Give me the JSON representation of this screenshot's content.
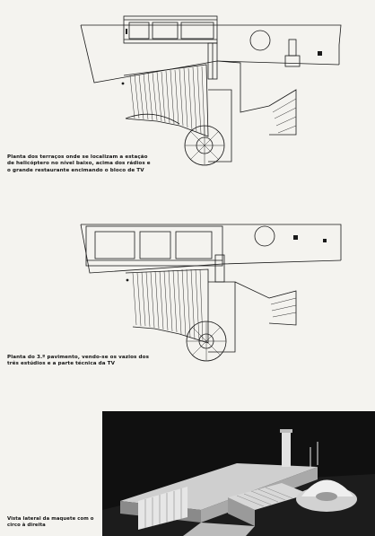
{
  "captions": {
    "terraces": "Planta dos terraços onde se localizam a estação de helicóptero no nível baixo, acima dos rádios e o grande restaurante encimando o bloco de TV",
    "third_floor": "Planta do 3.º pavimento, vendo-se os vazios dos três estúdios e a parte técnica da TV",
    "model": "Vista lateral da maquete com o circo à direita"
  },
  "colors": {
    "paper": "#f4f3ef",
    "ink": "#1a1a1a",
    "photo_background": "#101010"
  }
}
